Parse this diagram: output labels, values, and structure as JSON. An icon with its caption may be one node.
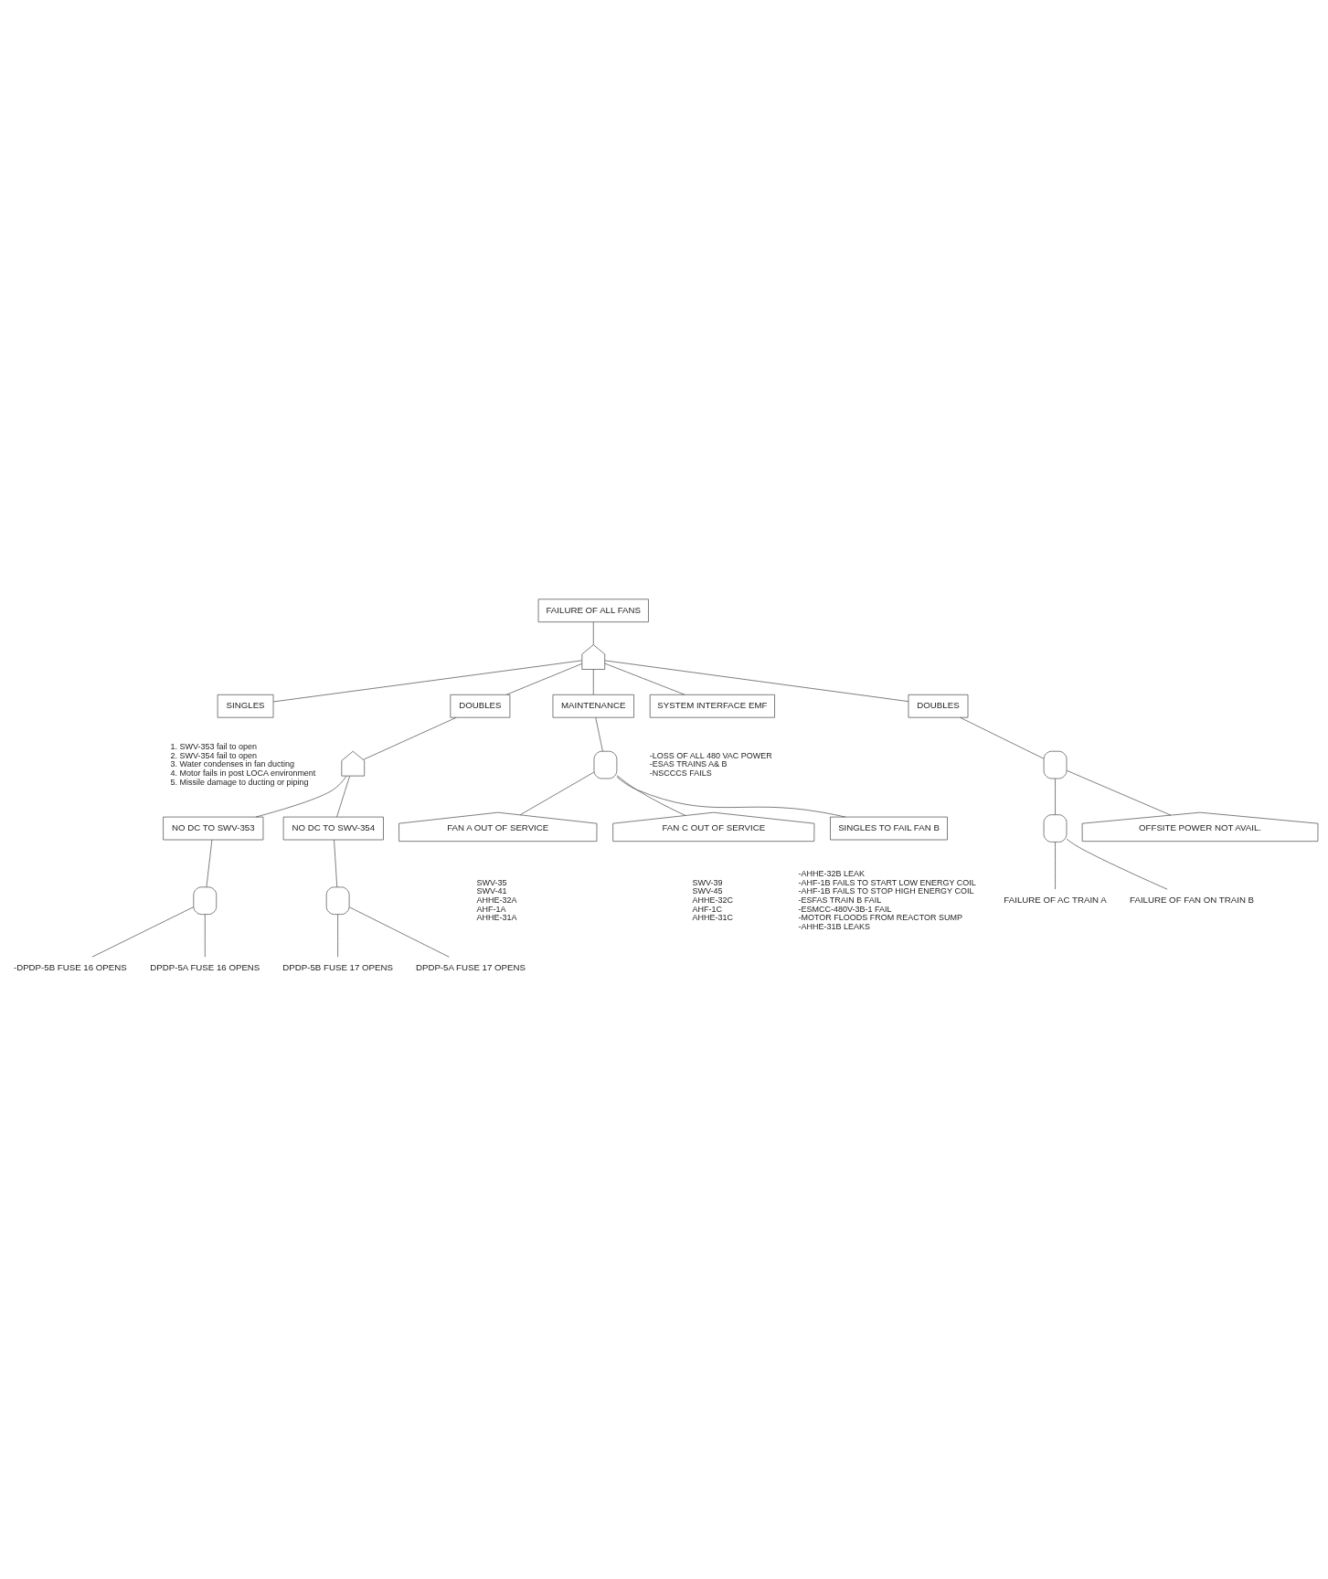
{
  "diagram": {
    "nodes": [
      {
        "text": [
          "FAILURE OF ALL FANS"
        ]
      },
      {
        "text": [],
        "shape": "shield"
      },
      {
        "text": [
          "SINGLES"
        ],
        "beside": [
          "1. SWV-353 fail to open",
          "2. SWV-354 fail to open",
          "3. Water condenses in fan ducting",
          "4. Motor fails in post LOCA environment",
          "5. Missile damage to ducting or piping"
        ]
      },
      {
        "text": [
          "DOUBLES"
        ]
      },
      {
        "text": [
          "MAINTENANCE"
        ]
      },
      {
        "text": [],
        "shape": "shield"
      },
      {
        "text": [
          "NO DC TO SWV-353"
        ]
      },
      {
        "text": [
          "NO DC TO SWV-354"
        ]
      },
      {
        "text": [],
        "shape": "dome"
      },
      {
        "text": [
          "-DPDP-5B FUSE 16 OPENS"
        ]
      },
      {
        "text": [
          "DPDP-5A FUSE 16 OPENS"
        ]
      },
      {
        "text": [],
        "shape": "dome"
      },
      {
        "text": [
          "DPDP-5B FUSE 17 OPENS"
        ]
      },
      {
        "text": [
          "DPDP-5A FUSE 17 OPENS"
        ]
      },
      {
        "text": [],
        "shape": "dome"
      },
      {
        "text": [
          "FAN A OUT OF SERVICE"
        ],
        "beside": [
          "SWV-35",
          "SWV-41",
          "AHHE-32A",
          "AHF-1A",
          "AHHE-31A"
        ]
      },
      {
        "text": [
          "FAN C OUT OF SERVICE"
        ],
        "beside": [
          "SWV-39",
          "SWV-45",
          "AHHE-32C",
          "AHF-1C",
          "AHHE-31C"
        ]
      },
      {
        "text": [
          "SINGLES TO FAIL FAN B"
        ],
        "beside": [
          "-AHHE-32B LEAK",
          "-AHF-1B FAILS TO START LOW ENERGY COIL",
          "-AHF-1B FAILS TO STOP HIGH ENERGY COIL",
          "-ESFAS TRAIN B FAIL",
          "-ESMCC-480V-3B-1 FAIL",
          "-MOTOR FLOODS FROM REACTOR SUMP",
          "-AHHE-31B LEAKS"
        ]
      },
      {
        "text": [
          "SYSTEM INTERFACE EMF"
        ],
        "beside": [
          "-LOSS OF ALL 480 VAC POWER",
          "-ESAS TRAINS A& B",
          "-NSCCCS FAILS"
        ]
      },
      {
        "text": [
          "DOUBLES"
        ]
      },
      {
        "text": [],
        "shape": "dome"
      },
      {
        "text": [],
        "shape": "dome"
      },
      {
        "text": [
          "FAILURE OF AC TRAIN A"
        ]
      },
      {
        "text": [
          "FAILURE OF FAN ON TRAIN B"
        ]
      },
      {
        "text": [
          "OFFSITE POWER NOT AVAIL."
        ]
      }
    ],
    "edges": [
      {
        "from": 0,
        "to": 1,
        "arrow": "none"
      },
      {
        "from": 1,
        "to": 2,
        "arrow": "none"
      },
      {
        "from": 1,
        "to": 3,
        "arrow": "none"
      },
      {
        "from": 1,
        "to": 4,
        "arrow": "none"
      },
      {
        "from": 1,
        "to": 18,
        "arrow": "none"
      },
      {
        "from": 1,
        "to": 19,
        "arrow": "none"
      },
      {
        "from": 3,
        "to": 5,
        "arrow": "none"
      },
      {
        "from": 5,
        "to": 6,
        "arrow": "none"
      },
      {
        "from": 5,
        "to": 7,
        "arrow": "none"
      },
      {
        "from": 6,
        "to": 8,
        "arrow": "none"
      },
      {
        "from": 8,
        "to": 9,
        "arrow": "none"
      },
      {
        "from": 8,
        "to": 10,
        "arrow": "none"
      },
      {
        "from": 7,
        "to": 11,
        "arrow": "none"
      },
      {
        "from": 11,
        "to": 12,
        "arrow": "none"
      },
      {
        "from": 11,
        "to": 13,
        "arrow": "none"
      },
      {
        "from": 4,
        "to": 14,
        "arrow": "none"
      },
      {
        "from": 14,
        "to": 15,
        "arrow": "none"
      },
      {
        "from": 14,
        "to": 16,
        "arrow": "none"
      },
      {
        "from": 14,
        "to": 17,
        "arrow": "none"
      },
      {
        "from": 19,
        "to": 20,
        "arrow": "none"
      },
      {
        "from": 20,
        "to": 21,
        "arrow": "none"
      },
      {
        "from": 20,
        "to": 24,
        "arrow": "none"
      },
      {
        "from": 21,
        "to": 22,
        "arrow": "none"
      },
      {
        "from": 21,
        "to": 23,
        "arrow": "none"
      }
    ]
  }
}
